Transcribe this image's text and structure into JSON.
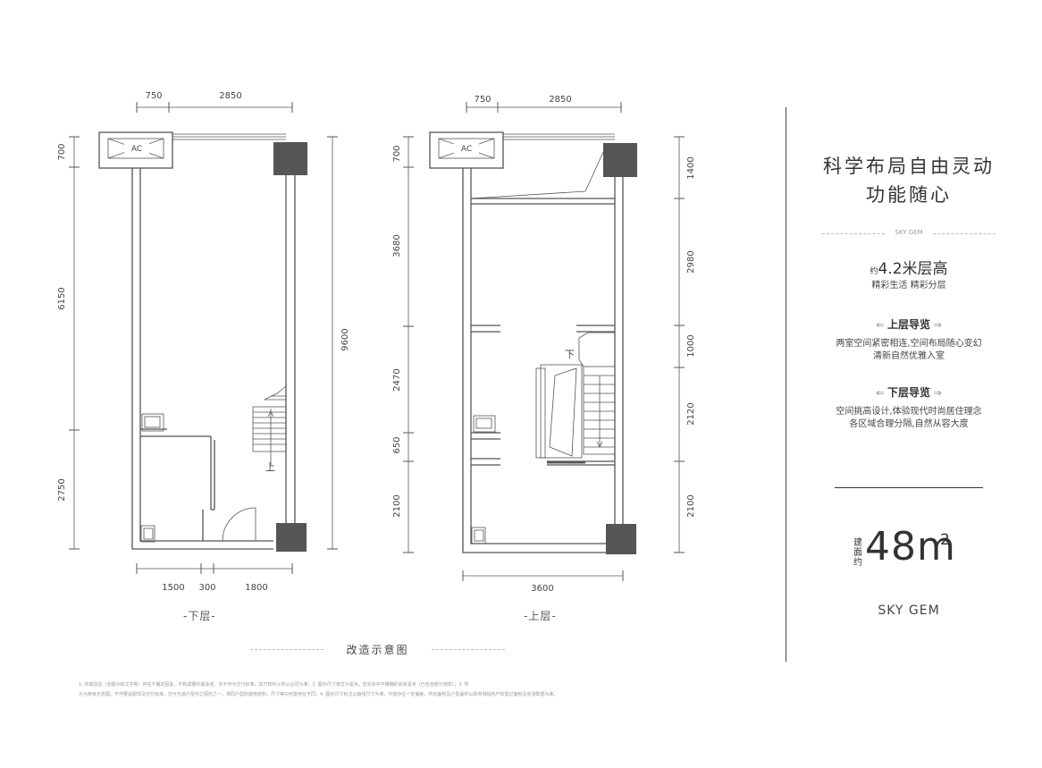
{
  "lower_plan": {
    "top_dims": [
      "750",
      "2850"
    ],
    "left_dims": [
      "700",
      "6150",
      "2750"
    ],
    "right_dim": "9600",
    "bottom_dims": [
      "1500",
      "300",
      "1800"
    ],
    "ac_label": "AC",
    "stair_label": "上",
    "caption": "-下层-"
  },
  "upper_plan": {
    "top_dims": [
      "750",
      "2850"
    ],
    "left_dims": [
      "700",
      "3680",
      "2470",
      "650",
      "2100"
    ],
    "right_dims": [
      "1400",
      "2980",
      "1000",
      "2120",
      "2100"
    ],
    "bottom_dim": "3600",
    "ac_label": "AC",
    "stair_label": "下",
    "caption": "-上层-"
  },
  "scheme_title": "改造示意图",
  "footnote": [
    "1. 所载信息（含图示和文字等）存在不确定因素，不构成要约或承诺，亦不作为交付标准，双方权利义务以合同为准；2. 图示尺寸单位为毫米，但实际中不精确的会变毫米（已包含部分墙体）；3. 所",
    "示为参考示意图，不作要说服饰及交付标准，亦可为该户型中之情形之一，相同户型的装修结构，尺寸等均可能存在不同；4. 图示尺寸标注以轴线尺寸为准，可能存在一定偏差，所有面积及户型最终以政府测绘的产权登记面积及实测数据为准。"
  ],
  "right_panel": {
    "headline_1": "科学布局自由灵动",
    "headline_2": "功能随心",
    "brand_small": "SKY GEM",
    "height_prefix": "约",
    "height": "4.2米层高",
    "height_sub": "精彩生活 精彩分层",
    "upper_guide_title": "上层导览",
    "upper_guide_text": [
      "两室空间紧密相连,空间布局随心变幻",
      "清新自然优雅入室"
    ],
    "lower_guide_title": "下层导览",
    "lower_guide_text": [
      "空间挑高设计,体验现代时尚居住理念",
      "各区域合理分隔,自然从容大度"
    ],
    "area_label": "建面约",
    "area_value": "48m",
    "area_sup": "2",
    "brand": "SKY GEM"
  }
}
